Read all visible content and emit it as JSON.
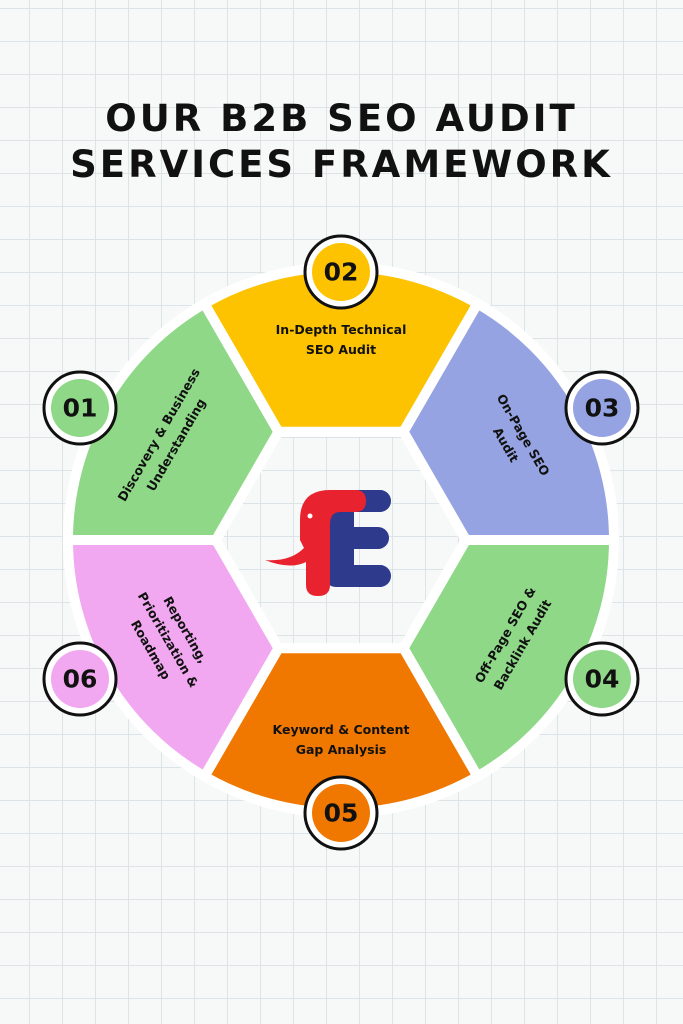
{
  "title": {
    "line1": "OUR B2B SEO AUDIT",
    "line2": "SERVICES FRAMEWORK"
  },
  "logo": {
    "text": "E",
    "icon": "elephant-e-logo"
  },
  "steps": [
    {
      "number": "01",
      "lines": [
        "Discovery & Business",
        "Understanding"
      ],
      "color": "#8ED887"
    },
    {
      "number": "02",
      "lines": [
        "In-Depth Technical",
        "SEO Audit"
      ],
      "color": "#FDC300"
    },
    {
      "number": "03",
      "lines": [
        "On-Page SEO",
        "Audit"
      ],
      "color": "#95A3E2"
    },
    {
      "number": "04",
      "lines": [
        "Off-Page SEO &",
        "Backlink Audit"
      ],
      "color": "#8ED887"
    },
    {
      "number": "05",
      "lines": [
        "Keyword & Content",
        "Gap Analysis"
      ],
      "color": "#F07800"
    },
    {
      "number": "06",
      "lines": [
        "Reporting,",
        "Prioritization &",
        "Roadmap"
      ],
      "color": "#F2A8F0"
    }
  ]
}
